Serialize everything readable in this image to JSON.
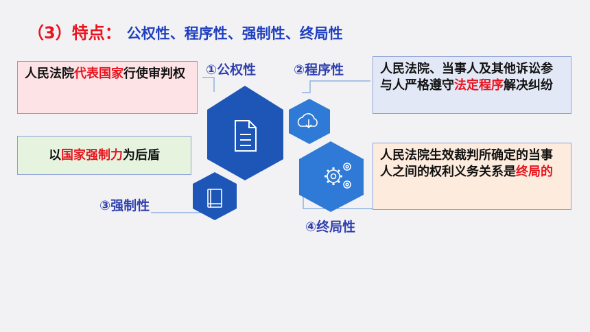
{
  "title": {
    "main": "（3）特点：",
    "sub": "公权性、程序性、强制性、终局性"
  },
  "labels": {
    "l1": "①公权性",
    "l2": "②程序性",
    "l3": "③强制性",
    "l4": "④终局性"
  },
  "boxes": {
    "b1": {
      "pre": "人民法院",
      "hl": "代表国家",
      "post": "行使审判权"
    },
    "b2": {
      "pre": "人民法院、当事人及其他诉讼参与人严格遵守",
      "hl": "法定程序",
      "post": "解决纠纷"
    },
    "b3": {
      "pre": "以",
      "hl": "国家强制力",
      "post": "为后盾"
    },
    "b4": {
      "pre": "人民法院生效裁判所确定的当事人之间的权利义务关系是",
      "hl": "终局的",
      "post": ""
    }
  },
  "icons": [
    "document-icon",
    "cloud-download-icon",
    "book-icon",
    "gears-icon"
  ],
  "colors": {
    "title_red": "#e8141e",
    "title_blue": "#1f3fbf",
    "hex_dark": "#1e56b8",
    "hex_light": "#2f7ad6"
  }
}
